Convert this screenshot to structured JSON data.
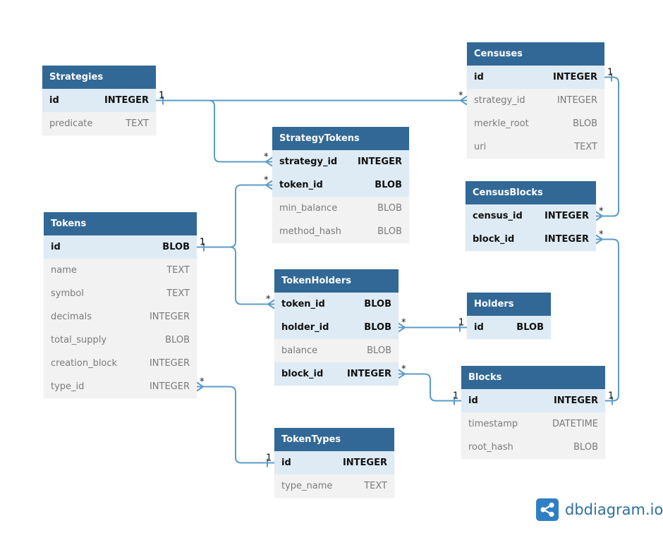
{
  "tables": [
    {
      "name": "Strategies",
      "fields": [
        {
          "name": "id",
          "type": "INTEGER",
          "key": true
        },
        {
          "name": "predicate",
          "type": "TEXT",
          "key": false
        }
      ]
    },
    {
      "name": "Censuses",
      "fields": [
        {
          "name": "id",
          "type": "INTEGER",
          "key": true
        },
        {
          "name": "strategy_id",
          "type": "INTEGER",
          "key": false
        },
        {
          "name": "merkle_root",
          "type": "BLOB",
          "key": false
        },
        {
          "name": "uri",
          "type": "TEXT",
          "key": false
        }
      ]
    },
    {
      "name": "StrategyTokens",
      "fields": [
        {
          "name": "strategy_id",
          "type": "INTEGER",
          "key": true
        },
        {
          "name": "token_id",
          "type": "BLOB",
          "key": true
        },
        {
          "name": "min_balance",
          "type": "BLOB",
          "key": false
        },
        {
          "name": "method_hash",
          "type": "BLOB",
          "key": false
        }
      ]
    },
    {
      "name": "CensusBlocks",
      "fields": [
        {
          "name": "census_id",
          "type": "INTEGER",
          "key": true
        },
        {
          "name": "block_id",
          "type": "INTEGER",
          "key": true
        }
      ]
    },
    {
      "name": "Tokens",
      "fields": [
        {
          "name": "id",
          "type": "BLOB",
          "key": true
        },
        {
          "name": "name",
          "type": "TEXT",
          "key": false
        },
        {
          "name": "symbol",
          "type": "TEXT",
          "key": false
        },
        {
          "name": "decimals",
          "type": "INTEGER",
          "key": false
        },
        {
          "name": "total_supply",
          "type": "BLOB",
          "key": false
        },
        {
          "name": "creation_block",
          "type": "INTEGER",
          "key": false
        },
        {
          "name": "type_id",
          "type": "INTEGER",
          "key": false
        }
      ]
    },
    {
      "name": "TokenHolders",
      "fields": [
        {
          "name": "token_id",
          "type": "BLOB",
          "key": true
        },
        {
          "name": "holder_id",
          "type": "BLOB",
          "key": true
        },
        {
          "name": "balance",
          "type": "BLOB",
          "key": false
        },
        {
          "name": "block_id",
          "type": "INTEGER",
          "key": true
        }
      ]
    },
    {
      "name": "Holders",
      "fields": [
        {
          "name": "id",
          "type": "BLOB",
          "key": true
        }
      ]
    },
    {
      "name": "Blocks",
      "fields": [
        {
          "name": "id",
          "type": "INTEGER",
          "key": true
        },
        {
          "name": "timestamp",
          "type": "DATETIME",
          "key": false
        },
        {
          "name": "root_hash",
          "type": "BLOB",
          "key": false
        }
      ]
    },
    {
      "name": "TokenTypes",
      "fields": [
        {
          "name": "id",
          "type": "INTEGER",
          "key": true
        },
        {
          "name": "type_name",
          "type": "TEXT",
          "key": false
        }
      ]
    }
  ],
  "relationships": [
    {
      "from_table": "Strategies",
      "from_field": "id",
      "from_card": "1",
      "to_table": "Censuses",
      "to_field": "strategy_id",
      "to_card": "*"
    },
    {
      "from_table": "Strategies",
      "from_field": "id",
      "from_card": "1",
      "to_table": "StrategyTokens",
      "to_field": "strategy_id",
      "to_card": "*"
    },
    {
      "from_table": "Tokens",
      "from_field": "id",
      "from_card": "1",
      "to_table": "StrategyTokens",
      "to_field": "token_id",
      "to_card": "*"
    },
    {
      "from_table": "Tokens",
      "from_field": "id",
      "from_card": "1",
      "to_table": "TokenHolders",
      "to_field": "token_id",
      "to_card": "*"
    },
    {
      "from_table": "Censuses",
      "from_field": "id",
      "from_card": "1",
      "to_table": "CensusBlocks",
      "to_field": "census_id",
      "to_card": "*"
    },
    {
      "from_table": "Blocks",
      "from_field": "id",
      "from_card": "1",
      "to_table": "CensusBlocks",
      "to_field": "block_id",
      "to_card": "*"
    },
    {
      "from_table": "Holders",
      "from_field": "id",
      "from_card": "1",
      "to_table": "TokenHolders",
      "to_field": "holder_id",
      "to_card": "*"
    },
    {
      "from_table": "Blocks",
      "from_field": "id",
      "from_card": "1",
      "to_table": "TokenHolders",
      "to_field": "block_id",
      "to_card": "*"
    },
    {
      "from_table": "TokenTypes",
      "from_field": "id",
      "from_card": "1",
      "to_table": "Tokens",
      "to_field": "type_id",
      "to_card": "*"
    }
  ],
  "colors": {
    "header": "#316896",
    "key_row": "#deebf4",
    "field_row": "#f2f2f2",
    "link": "#5b9bc9",
    "logo": "#2f6e9d"
  },
  "logo": {
    "text": "dbdiagram.io",
    "icon": "share-nodes-icon"
  }
}
